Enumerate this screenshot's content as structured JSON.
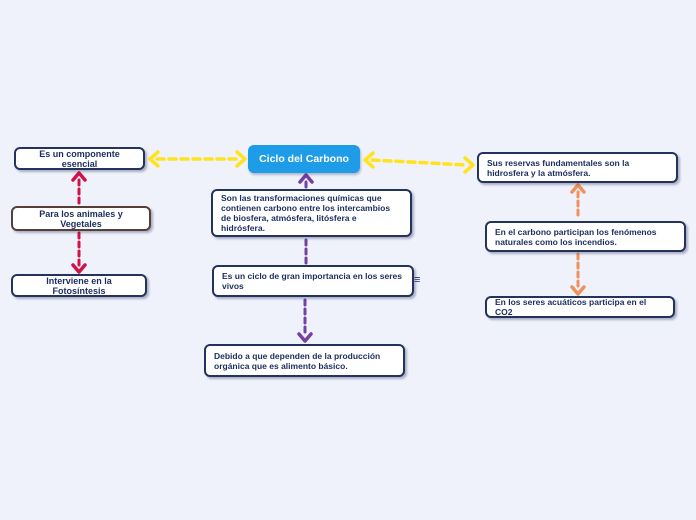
{
  "colors": {
    "background": "#eff2fb",
    "node_blue": "#1e9ce8",
    "node_text": "#ffffff",
    "box_bg": "#ffffff",
    "box_border": "#24335c",
    "box_border_brown": "#544039",
    "text": "#1b2d5e",
    "arrow_yellow": "#ffe31f",
    "arrow_crimson": "#d01346",
    "arrow_orange": "#f0915c",
    "arrow_purple": "#7440a1"
  },
  "center_node": {
    "label": "Ciclo del Carbono"
  },
  "left_branch": {
    "top": "Es un componente esencial",
    "middle": "Para los animales y Vegetales",
    "bottom": "Interviene en la Fotosíntesis"
  },
  "middle_branch": {
    "definition": "Son las transformaciones químicas que contienen carbono entre los intercambios de biosfera, atmósfera, litósfera e hidrósfera.",
    "importance": "Es un ciclo de gran importancia en los seres vivos",
    "consequence": "Debido a que dependen de la producción orgánica que es alimento básico."
  },
  "right_branch": {
    "top": "Sus reservas fundamentales son la hidrosfera y la atmósfera.",
    "middle": "En el carbono participan los fenómenos naturales como los incendios.",
    "bottom": "En los seres acuáticos participa en el CO2"
  },
  "icons": {
    "node_handle": "≡"
  }
}
